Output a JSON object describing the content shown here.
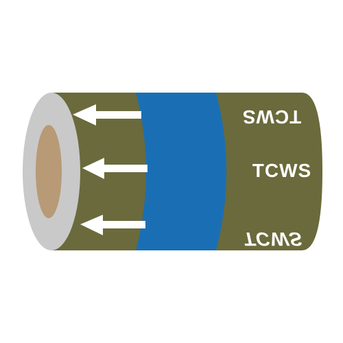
{
  "marker": {
    "legend_upright": "TCWS",
    "legend_rotated": "TCWS",
    "legend_mirrored": "TCWS",
    "flow_direction": "left",
    "arrow_count": 3,
    "colors": {
      "background": "#ffffff",
      "band_body": "#6a6a3c",
      "band_color": "#1a6fb4",
      "text_and_arrows": "#ffffff",
      "roll_edge": "#c9c9c9",
      "roll_core": "#b89a76"
    },
    "icons": {
      "arrow": "left-arrow-icon",
      "roll": "tape-roll-icon"
    }
  }
}
